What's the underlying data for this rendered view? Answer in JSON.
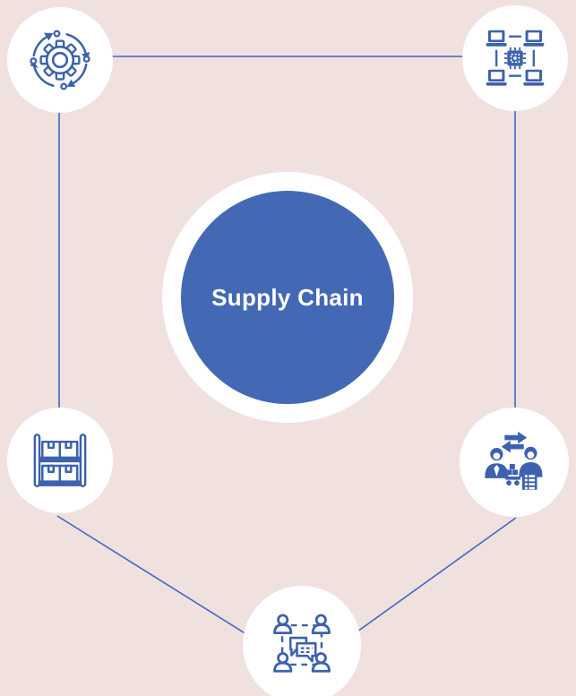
{
  "diagram": {
    "center": {
      "label": "Supply Chain"
    },
    "nodes": [
      {
        "position": "top-left",
        "icon": "gear-process-cycle-icon"
      },
      {
        "position": "top-right",
        "icon": "networked-laptops-chip-icon"
      },
      {
        "position": "middle-left",
        "icon": "warehouse-shelf-boxes-icon"
      },
      {
        "position": "middle-right",
        "icon": "people-exchange-icon"
      },
      {
        "position": "bottom-center",
        "icon": "group-chat-icon"
      }
    ],
    "colors": {
      "background": "#f0e1de",
      "node_background": "#ffffff",
      "center_circle": "#4369b5",
      "center_text": "#ffffff",
      "icon_stroke": "#3c62ae",
      "connector_line": "#4068c8"
    }
  }
}
